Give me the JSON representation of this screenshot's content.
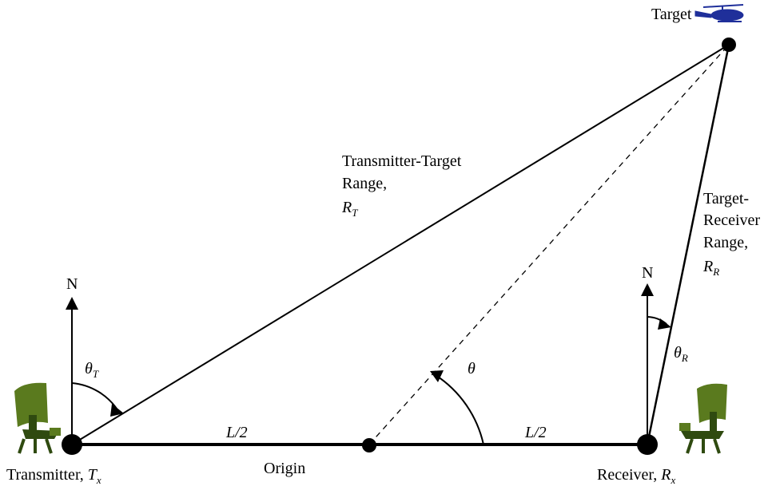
{
  "labels": {
    "target": "Target",
    "tt_range_1": "Transmitter-Target",
    "tt_range_2": "Range,",
    "tt_symbol": "R",
    "tt_symbol_sub": "T",
    "tr_range_1": "Target-",
    "tr_range_2": "Receiver",
    "tr_range_3": "Range,",
    "tr_symbol": "R",
    "tr_symbol_sub": "R",
    "north_left": "N",
    "north_right": "N",
    "theta_t": "θ",
    "theta_t_sub": "T",
    "theta": "θ",
    "theta_r": "θ",
    "theta_r_sub": "R",
    "half_left": "L/2",
    "half_right": "L/2",
    "origin": "Origin",
    "transmitter": "Transmitter, ",
    "transmitter_sym": "T",
    "transmitter_sub": "x",
    "receiver": "Receiver, ",
    "receiver_sym": "R",
    "receiver_sub": "x"
  },
  "colors": {
    "line": "#000000",
    "helicopter": "#1f2f9a",
    "radar_dish": "#5a7a1e",
    "radar_base": "#2f4a10"
  }
}
